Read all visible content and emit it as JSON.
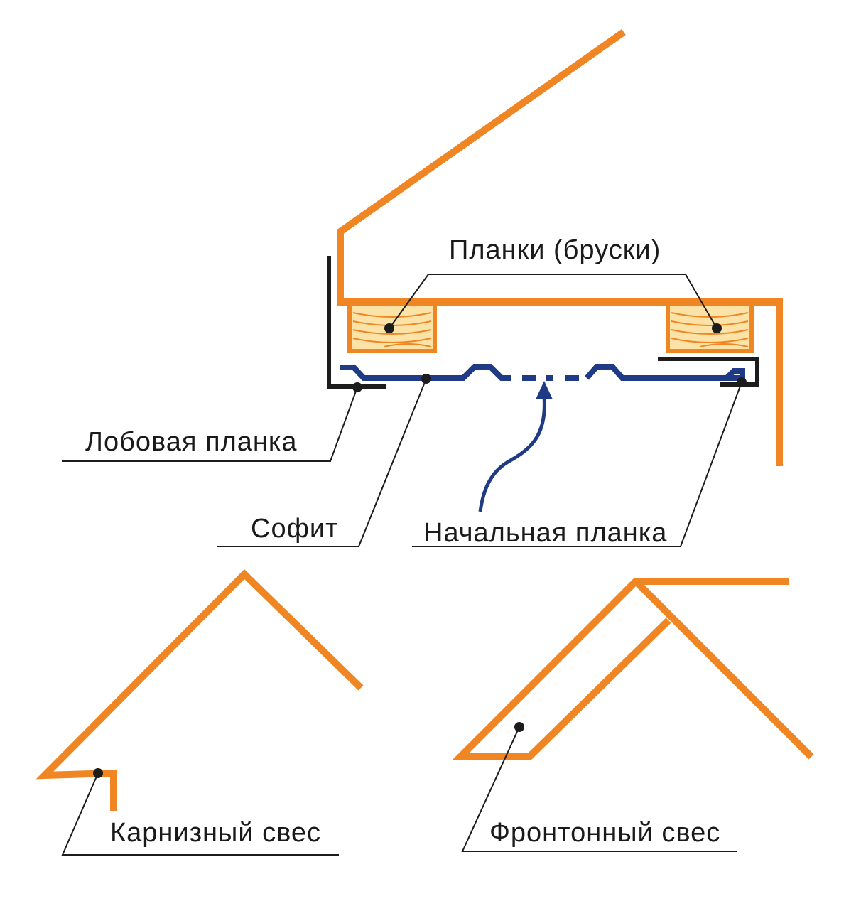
{
  "colors": {
    "orange": "#ef8623",
    "black": "#1c1c1c",
    "blue": "#1f3b86",
    "wood_fill": "#fbe3a8"
  },
  "labels": {
    "planks": "Планки (бруски)",
    "fascia": "Лобовая планка",
    "soffit": "Софит",
    "starter": "Начальная планка",
    "eaves": "Карнизный свес",
    "gable": "Фронтонный свес"
  }
}
